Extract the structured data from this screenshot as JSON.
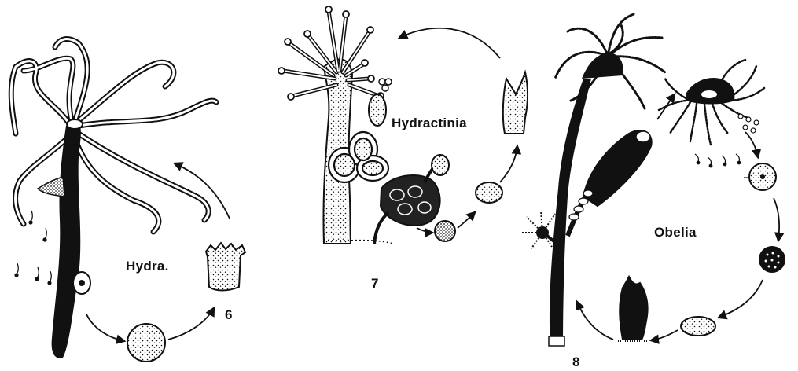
{
  "figure": {
    "background": "#ffffff",
    "ink": "#111111",
    "panels": [
      {
        "name": "Hydra.",
        "number": "6"
      },
      {
        "name": "Hydractinia",
        "number": "7"
      },
      {
        "name": "Obelia",
        "number": "8"
      }
    ]
  }
}
